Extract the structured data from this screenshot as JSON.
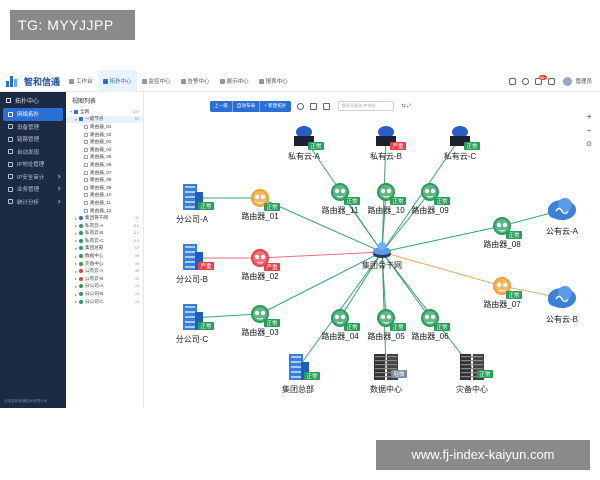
{
  "watermark_top": "TG: MYYJJPP",
  "watermark_bottom": "www.fj-index-kaiyun.com",
  "app": {
    "logo_text": "智和信通",
    "nav": [
      {
        "label": "工作台",
        "active": false
      },
      {
        "label": "拓扑中心",
        "active": true
      },
      {
        "label": "监控中心",
        "active": false
      },
      {
        "label": "告警中心",
        "active": false
      },
      {
        "label": "展示中心",
        "active": false
      },
      {
        "label": "报表中心",
        "active": false
      }
    ],
    "badge": "99+",
    "username": "管理员"
  },
  "sidebar": {
    "title": "拓扑中心",
    "items": [
      {
        "label": "网络拓扑",
        "active": true,
        "arrow": false
      },
      {
        "label": "设备管理",
        "active": false,
        "arrow": false
      },
      {
        "label": "链路管理",
        "active": false,
        "arrow": false
      },
      {
        "label": "自动发现",
        "active": false,
        "arrow": false
      },
      {
        "label": "IP地址管理",
        "active": false,
        "arrow": false
      },
      {
        "label": "IP安全审计",
        "active": false,
        "arrow": true
      },
      {
        "label": "业务管理",
        "active": false,
        "arrow": true
      },
      {
        "label": "统计分析",
        "active": false,
        "arrow": true
      }
    ],
    "footer": "北京智和信通技术有限公司"
  },
  "tree": {
    "title": "视图列表",
    "rows": [
      {
        "label": "全网",
        "indent": 0,
        "toggle": "▾",
        "check": "on",
        "dot": "",
        "count": "100",
        "sel": false
      },
      {
        "label": "一级节点",
        "indent": 1,
        "toggle": "▾",
        "check": "on",
        "dot": "",
        "count": "50",
        "sel": true
      },
      {
        "label": "路由器_01",
        "indent": 2,
        "toggle": "",
        "check": "off",
        "dot": "",
        "count": "",
        "sel": false
      },
      {
        "label": "路由器_02",
        "indent": 2,
        "toggle": "",
        "check": "off",
        "dot": "",
        "count": "",
        "sel": false
      },
      {
        "label": "路由器_03",
        "indent": 2,
        "toggle": "",
        "check": "off",
        "dot": "",
        "count": "",
        "sel": false
      },
      {
        "label": "路由器_04",
        "indent": 2,
        "toggle": "",
        "check": "off",
        "dot": "",
        "count": "",
        "sel": false
      },
      {
        "label": "路由器_05",
        "indent": 2,
        "toggle": "",
        "check": "off",
        "dot": "",
        "count": "",
        "sel": false
      },
      {
        "label": "路由器_06",
        "indent": 2,
        "toggle": "",
        "check": "off",
        "dot": "",
        "count": "",
        "sel": false
      },
      {
        "label": "路由器_07",
        "indent": 2,
        "toggle": "",
        "check": "off",
        "dot": "",
        "count": "",
        "sel": false
      },
      {
        "label": "路由器_08",
        "indent": 2,
        "toggle": "",
        "check": "off",
        "dot": "",
        "count": "",
        "sel": false
      },
      {
        "label": "路由器_09",
        "indent": 2,
        "toggle": "",
        "check": "off",
        "dot": "",
        "count": "",
        "sel": false
      },
      {
        "label": "路由器_10",
        "indent": 2,
        "toggle": "",
        "check": "off",
        "dot": "",
        "count": "",
        "sel": false
      },
      {
        "label": "路由器_11",
        "indent": 2,
        "toggle": "",
        "check": "off",
        "dot": "",
        "count": "",
        "sel": false
      },
      {
        "label": "路由器_12",
        "indent": 2,
        "toggle": "",
        "check": "off",
        "dot": "",
        "count": "",
        "sel": false
      },
      {
        "label": "集团骨干网",
        "indent": 1,
        "toggle": "▸",
        "check": "",
        "dot": "#2a6fd6",
        "count": "42",
        "sel": false
      },
      {
        "label": "私有云-A",
        "indent": 1,
        "toggle": "▸",
        "check": "",
        "dot": "#2a9d5a",
        "count": "116",
        "sel": false
      },
      {
        "label": "私有云-B",
        "indent": 1,
        "toggle": "▸",
        "check": "",
        "dot": "#2a9d5a",
        "count": "113",
        "sel": false
      },
      {
        "label": "私有云-C",
        "indent": 1,
        "toggle": "▸",
        "check": "",
        "dot": "#2a9d5a",
        "count": "113",
        "sel": false
      },
      {
        "label": "集团总部",
        "indent": 1,
        "toggle": "▸",
        "check": "",
        "dot": "#2a9d5a",
        "count": "67",
        "sel": false
      },
      {
        "label": "数据中心",
        "indent": 1,
        "toggle": "▸",
        "check": "",
        "dot": "#2a9d5a",
        "count": "49",
        "sel": false
      },
      {
        "label": "灾备中心",
        "indent": 1,
        "toggle": "▸",
        "check": "",
        "dot": "#2a9d5a",
        "count": "49",
        "sel": false
      },
      {
        "label": "公有云-A",
        "indent": 1,
        "toggle": "▸",
        "check": "",
        "dot": "#e0443b",
        "count": "35",
        "sel": false
      },
      {
        "label": "公有云-B",
        "indent": 1,
        "toggle": "▸",
        "check": "",
        "dot": "#e0443b",
        "count": "35",
        "sel": false
      },
      {
        "label": "分公司-A",
        "indent": 1,
        "toggle": "▸",
        "check": "",
        "dot": "#2a9d5a",
        "count": "43",
        "sel": false
      },
      {
        "label": "分公司-B",
        "indent": 1,
        "toggle": "▸",
        "check": "",
        "dot": "#2a9d5a",
        "count": "43",
        "sel": false
      },
      {
        "label": "分公司-C",
        "indent": 1,
        "toggle": "▸",
        "check": "",
        "dot": "#2a9d5a",
        "count": "43",
        "sel": false
      }
    ]
  },
  "toolbar": {
    "buttons": [
      "上一级",
      "自动布局",
      "+ 新建拓扑"
    ],
    "search_placeholder": "搜索设备名/IP地址",
    "tools": "⇆ ⤢"
  },
  "zoom": {
    "plus": "+",
    "minus": "−",
    "reset": "⊙"
  },
  "topology": {
    "center": {
      "label": "集团骨干网"
    },
    "status_text": {
      "normal": "正常",
      "serious": "严重",
      "info": "轻微"
    },
    "colors": {
      "normal": "#2a9d5a",
      "serious": "#e8404a",
      "warning": "#f0a030",
      "link_green": "#3aa37a",
      "link_red": "#e8707a",
      "link_orange": "#f0a86a"
    },
    "nodes": [
      {
        "id": "pc_a",
        "type": "cloud",
        "label": "私有云-A",
        "status": "normal"
      },
      {
        "id": "pc_b",
        "type": "cloud",
        "label": "私有云-B",
        "status": "serious"
      },
      {
        "id": "pc_c",
        "type": "cloud",
        "label": "私有云-C",
        "status": "normal"
      },
      {
        "id": "r01",
        "type": "router",
        "label": "路由器_01",
        "status": "warning"
      },
      {
        "id": "r11",
        "type": "router",
        "label": "路由器_11",
        "status": "normal"
      },
      {
        "id": "r10",
        "type": "router",
        "label": "路由器_10",
        "status": "normal"
      },
      {
        "id": "r09",
        "type": "router",
        "label": "路由器_09",
        "status": "normal"
      },
      {
        "id": "r08",
        "type": "router",
        "label": "路由器_08",
        "status": "normal"
      },
      {
        "id": "r02",
        "type": "router",
        "label": "路由器_02",
        "status": "serious"
      },
      {
        "id": "r03",
        "type": "router",
        "label": "路由器_03",
        "status": "normal"
      },
      {
        "id": "r04",
        "type": "router",
        "label": "路由器_04",
        "status": "normal"
      },
      {
        "id": "r05",
        "type": "router",
        "label": "路由器_05",
        "status": "normal"
      },
      {
        "id": "r06",
        "type": "router",
        "label": "路由器_06",
        "status": "normal"
      },
      {
        "id": "r07",
        "type": "router",
        "label": "路由器_07",
        "status": "warning"
      },
      {
        "id": "br_a",
        "type": "building",
        "label": "分公司-A",
        "status": "normal"
      },
      {
        "id": "br_b",
        "type": "building",
        "label": "分公司-B",
        "status": "serious"
      },
      {
        "id": "br_c",
        "type": "building",
        "label": "分公司-C",
        "status": "normal"
      },
      {
        "id": "hq",
        "type": "building",
        "label": "集团总部",
        "status": "normal"
      },
      {
        "id": "dc",
        "type": "server",
        "label": "数据中心",
        "status": "info"
      },
      {
        "id": "dr",
        "type": "server",
        "label": "灾备中心",
        "status": "normal"
      },
      {
        "id": "pub_a",
        "type": "public",
        "label": "公有云-A",
        "status": "normal"
      },
      {
        "id": "pub_b",
        "type": "public",
        "label": "公有云-B",
        "status": "normal"
      }
    ]
  }
}
